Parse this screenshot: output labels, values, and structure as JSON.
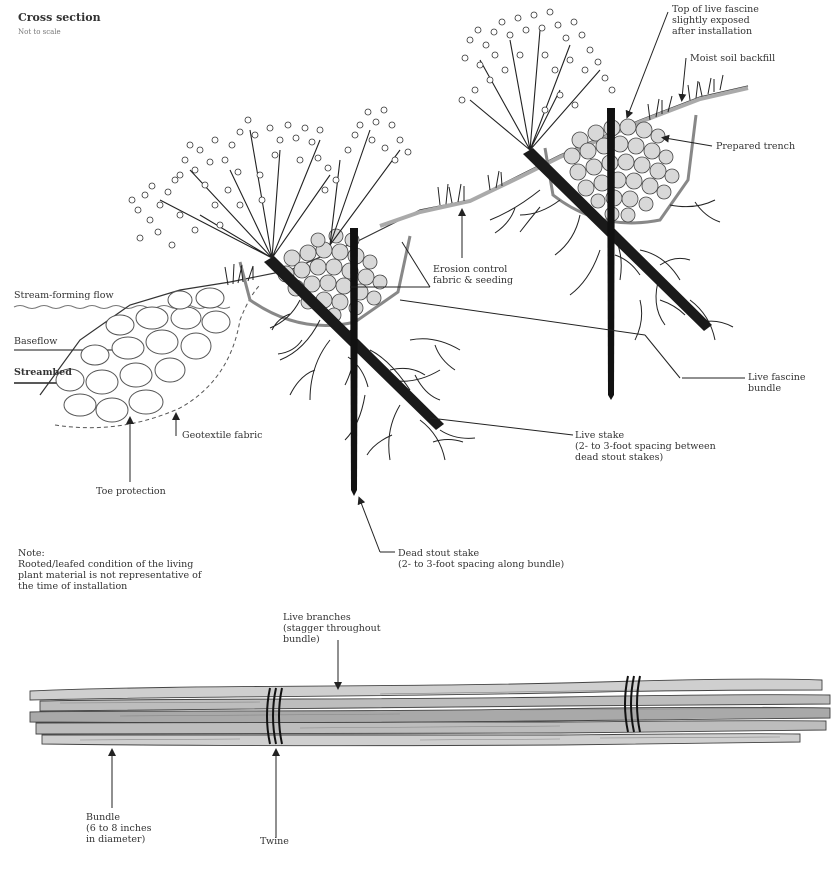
{
  "header": {
    "title": "Cross section",
    "subtitle": "Not to scale"
  },
  "labels": {
    "top_of_fascine": "Top of live fascine\nslightly exposed\nafter installation",
    "moist_soil": "Moist soil backfill",
    "prepared_trench": "Prepared trench",
    "erosion_control": "Erosion control\nfabric & seeding",
    "stream_forming_flow": "Stream-forming flow",
    "baseflow": "Baseflow",
    "streambed": "Streambed",
    "live_fascine_bundle": "Live fascine bundle",
    "live_stake": "Live stake\n(2- to 3-foot spacing between\ndead stout stakes)",
    "geotextile_fabric": "Geotextile fabric",
    "toe_protection": "Toe protection",
    "dead_stout_stake": "Dead stout stake\n(2- to 3-foot spacing along bundle)",
    "note": "Note:\nRooted/leafed condition of the living\nplant material is not representative of\nthe time of installation",
    "live_branches": "Live branches\n(stagger throughout\nbundle)",
    "bundle": "Bundle\n(6 to 8 inches\nin diameter)",
    "twine": "Twine"
  }
}
